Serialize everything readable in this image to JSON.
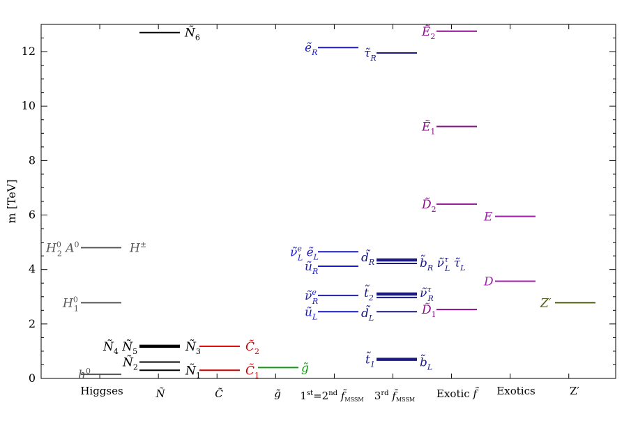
{
  "chart_data": {
    "type": "level-spectrum",
    "ylabel": "m [TeV]",
    "ylim": [
      0,
      13
    ],
    "yticks": [
      0,
      2,
      4,
      6,
      8,
      10,
      12
    ],
    "categories": [
      "Higgses",
      "Ñ",
      "C̃",
      "g̃",
      "1st=2nd f̃MSSM",
      "3rd f̃MSSM",
      "Exotic f̃",
      "Exotics",
      "Z′"
    ],
    "colors": {
      "higgs": "#555555",
      "neutralino": "#000000",
      "chargino": "#cc0000",
      "gluino": "#119911",
      "sfermion": "#1a1acc",
      "sfermion3": "#1a1a80",
      "exotic_sfermion": "#8a108a",
      "exotics": "#a020b0",
      "zprime": "#4a5a10"
    },
    "levels": [
      {
        "group": 0,
        "label": "h0",
        "value": 0.15
      },
      {
        "group": 0,
        "label": "H10",
        "value": 2.78
      },
      {
        "group": 0,
        "label": "H20 A0   H±",
        "value": 4.8
      },
      {
        "group": 1,
        "label": "Ñ1",
        "value": 0.3
      },
      {
        "group": 1,
        "label": "Ñ2",
        "value": 0.6
      },
      {
        "group": 1,
        "label": "Ñ3",
        "value": 1.18
      },
      {
        "group": 1,
        "label": "Ñ4 Ñ5",
        "value": 1.18
      },
      {
        "group": 1,
        "label": "Ñ6",
        "value": 12.7
      },
      {
        "group": 2,
        "label": "C̃1",
        "value": 0.3
      },
      {
        "group": 2,
        "label": "C̃2",
        "value": 1.18
      },
      {
        "group": 3,
        "label": "g̃",
        "value": 0.4
      },
      {
        "group": 4,
        "label": "ũL",
        "value": 2.45
      },
      {
        "group": 4,
        "label": "ν̃eR",
        "value": 3.05
      },
      {
        "group": 4,
        "label": "ũR",
        "value": 4.12
      },
      {
        "group": 4,
        "label": "ν̃eL ẽL",
        "value": 4.65
      },
      {
        "group": 4,
        "label": "ẽR",
        "value": 12.15
      },
      {
        "group": 5,
        "label": "t̃1",
        "value": 0.7
      },
      {
        "group": 5,
        "label": "b̃L",
        "value": 0.7
      },
      {
        "group": 5,
        "label": "d̃L",
        "value": 2.45
      },
      {
        "group": 5,
        "label": "t̃2",
        "value": 3.1
      },
      {
        "group": 5,
        "label": "ν̃τR",
        "value": 3.1
      },
      {
        "group": 5,
        "label": "d̃R",
        "value": 4.35
      },
      {
        "group": 5,
        "label": "b̃R ν̃τL τ̃L",
        "value": 4.35
      },
      {
        "group": 5,
        "label": "τ̃R",
        "value": 11.95
      },
      {
        "group": 6,
        "label": "D̃1",
        "value": 2.53
      },
      {
        "group": 6,
        "label": "D̃2",
        "value": 6.4
      },
      {
        "group": 6,
        "label": "Ẽ1",
        "value": 9.25
      },
      {
        "group": 6,
        "label": "Ẽ2",
        "value": 12.75
      },
      {
        "group": 7,
        "label": "D",
        "value": 3.57
      },
      {
        "group": 7,
        "label": "E",
        "value": 5.95
      },
      {
        "group": 8,
        "label": "Z′",
        "value": 2.78
      }
    ]
  }
}
